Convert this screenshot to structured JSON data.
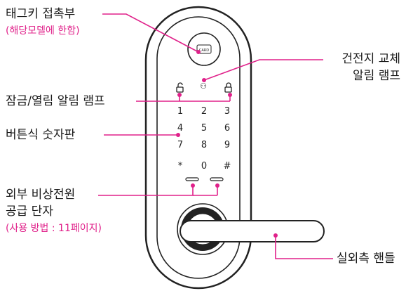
{
  "colors": {
    "accent": "#e0218a",
    "line": "#222222",
    "body": "#ffffff"
  },
  "labels": {
    "tag_area": "태그키 접촉부",
    "tag_area_note": "(해당모델에 한함)",
    "card_mark": "CARD",
    "battery_lamp_line1": "건전지 교체",
    "battery_lamp_line2": "알림 램프",
    "lock_lamp": "잠금/열림 알림 램프",
    "keypad": "버튼식 숫자판",
    "power_line1": "외부 비상전원",
    "power_line2": "공급 단자",
    "power_note": "(사용 방법 : 11페이지)",
    "handle": "실외측 핸들"
  },
  "keypad_keys": [
    [
      "1",
      "2",
      "3"
    ],
    [
      "4",
      "5",
      "6"
    ],
    [
      "7",
      "8",
      "9"
    ],
    [
      "*",
      "0",
      "#"
    ]
  ],
  "icons": [
    "lock-open-icon",
    "battery-icon",
    "lock-closed-icon"
  ]
}
